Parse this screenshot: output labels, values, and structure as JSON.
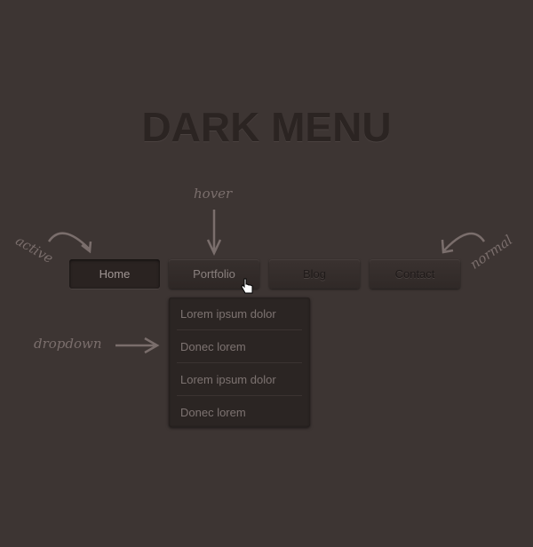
{
  "title": "DARK MENU",
  "menu": [
    {
      "label": "Home",
      "state": "active"
    },
    {
      "label": "Portfolio",
      "state": "hover"
    },
    {
      "label": "Blog",
      "state": "normal"
    },
    {
      "label": "Contact",
      "state": "normal"
    }
  ],
  "dropdown": [
    "Lorem ipsum dolor",
    "Donec lorem",
    "Lorem ipsum dolor",
    "Donec lorem"
  ],
  "annotations": {
    "active": "active",
    "hover": "hover",
    "normal": "normal",
    "dropdown": "dropdown"
  },
  "colors": {
    "background": "#3d3533",
    "annotation": "#7a6e6c"
  }
}
